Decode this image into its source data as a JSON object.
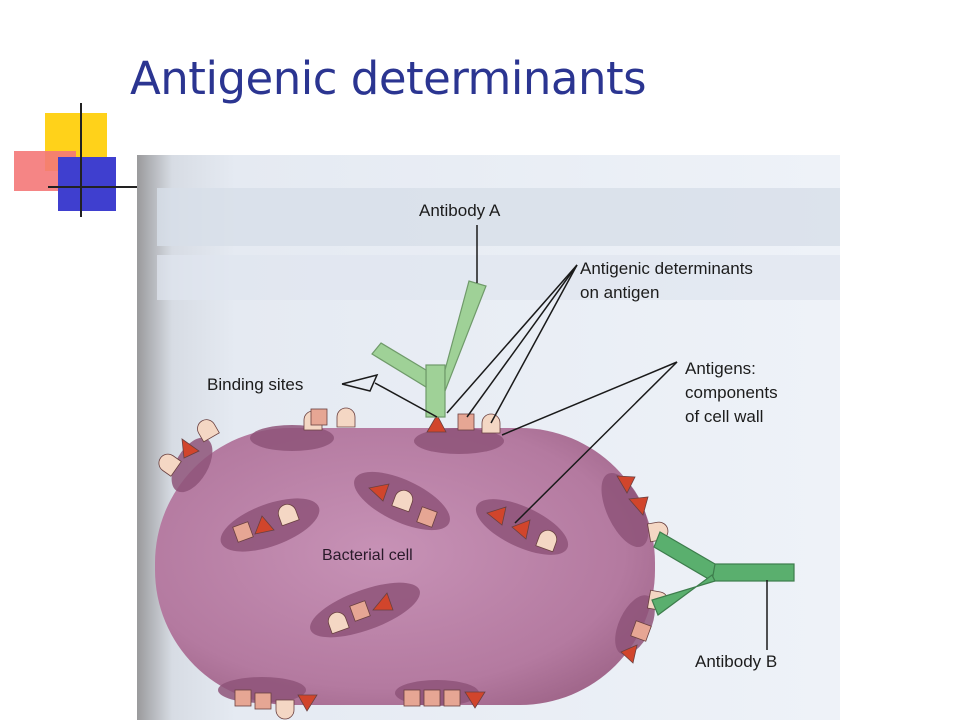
{
  "slide": {
    "title": "Antigenic determinants"
  },
  "figure": {
    "labels": {
      "antibody_a": "Antibody A",
      "antigenic_determinants_line1": "Antigenic determinants",
      "antigenic_determinants_line2": "on antigen",
      "antigens_line1": "Antigens:",
      "antigens_line2": "components",
      "antigens_line3": "of cell wall",
      "binding_sites": "Binding sites",
      "bacterial_cell": "Bacterial cell",
      "antibody_b": "Antibody B"
    },
    "colors": {
      "cell": "#b87fa5",
      "antigen_patch": "#8e5379",
      "antibody_a": "#9fd197",
      "antibody_b": "#5aaf6e",
      "triangle_marker": "#d1452c",
      "square_marker": "#e6a694",
      "dome_marker": "#f4d7c4",
      "title": "#2b3591"
    }
  }
}
